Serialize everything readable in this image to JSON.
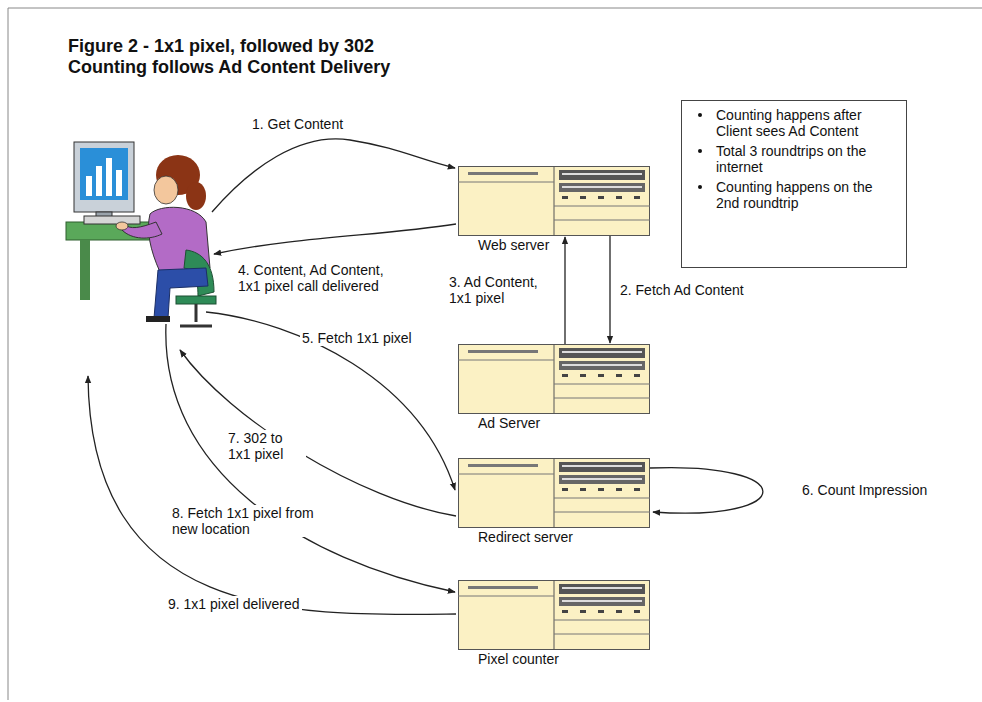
{
  "diagram": {
    "title": "Figure 2 - 1x1 pixel, followed by 302 Counting follows Ad Content Delivery",
    "nodes": [
      {
        "text": [
          "Counting happens after Client sees Ad Content",
          "Total 3 roundtrips on the internet",
          "Counting happens on the 2nd roundtrip"
        ]
      },
      {
        "text": [
          "Web server"
        ]
      },
      {
        "text": [
          "Ad Server"
        ]
      },
      {
        "text": [
          "Redirect server"
        ]
      },
      {
        "text": [
          "Pixel counter"
        ]
      }
    ],
    "edges": [
      {
        "from": 1,
        "to": 2,
        "label": "2. Fetch Ad Content",
        "arrow": "to"
      },
      {
        "from": 2,
        "to": 1,
        "label": "3. Ad Content, 1x1 pixel",
        "arrow": "to"
      },
      {
        "from": 3,
        "to": 3,
        "label": "6. Count Impression",
        "arrow": "to"
      }
    ],
    "labels": [
      "1. Get Content",
      "4. Content, Ad Content, 1x1 pixel call delivered",
      "5. Fetch 1x1 pixel",
      "7. 302 to 1x1 pixel",
      "8. Fetch 1x1 pixel from new location",
      "9. 1x1 pixel delivered"
    ]
  }
}
